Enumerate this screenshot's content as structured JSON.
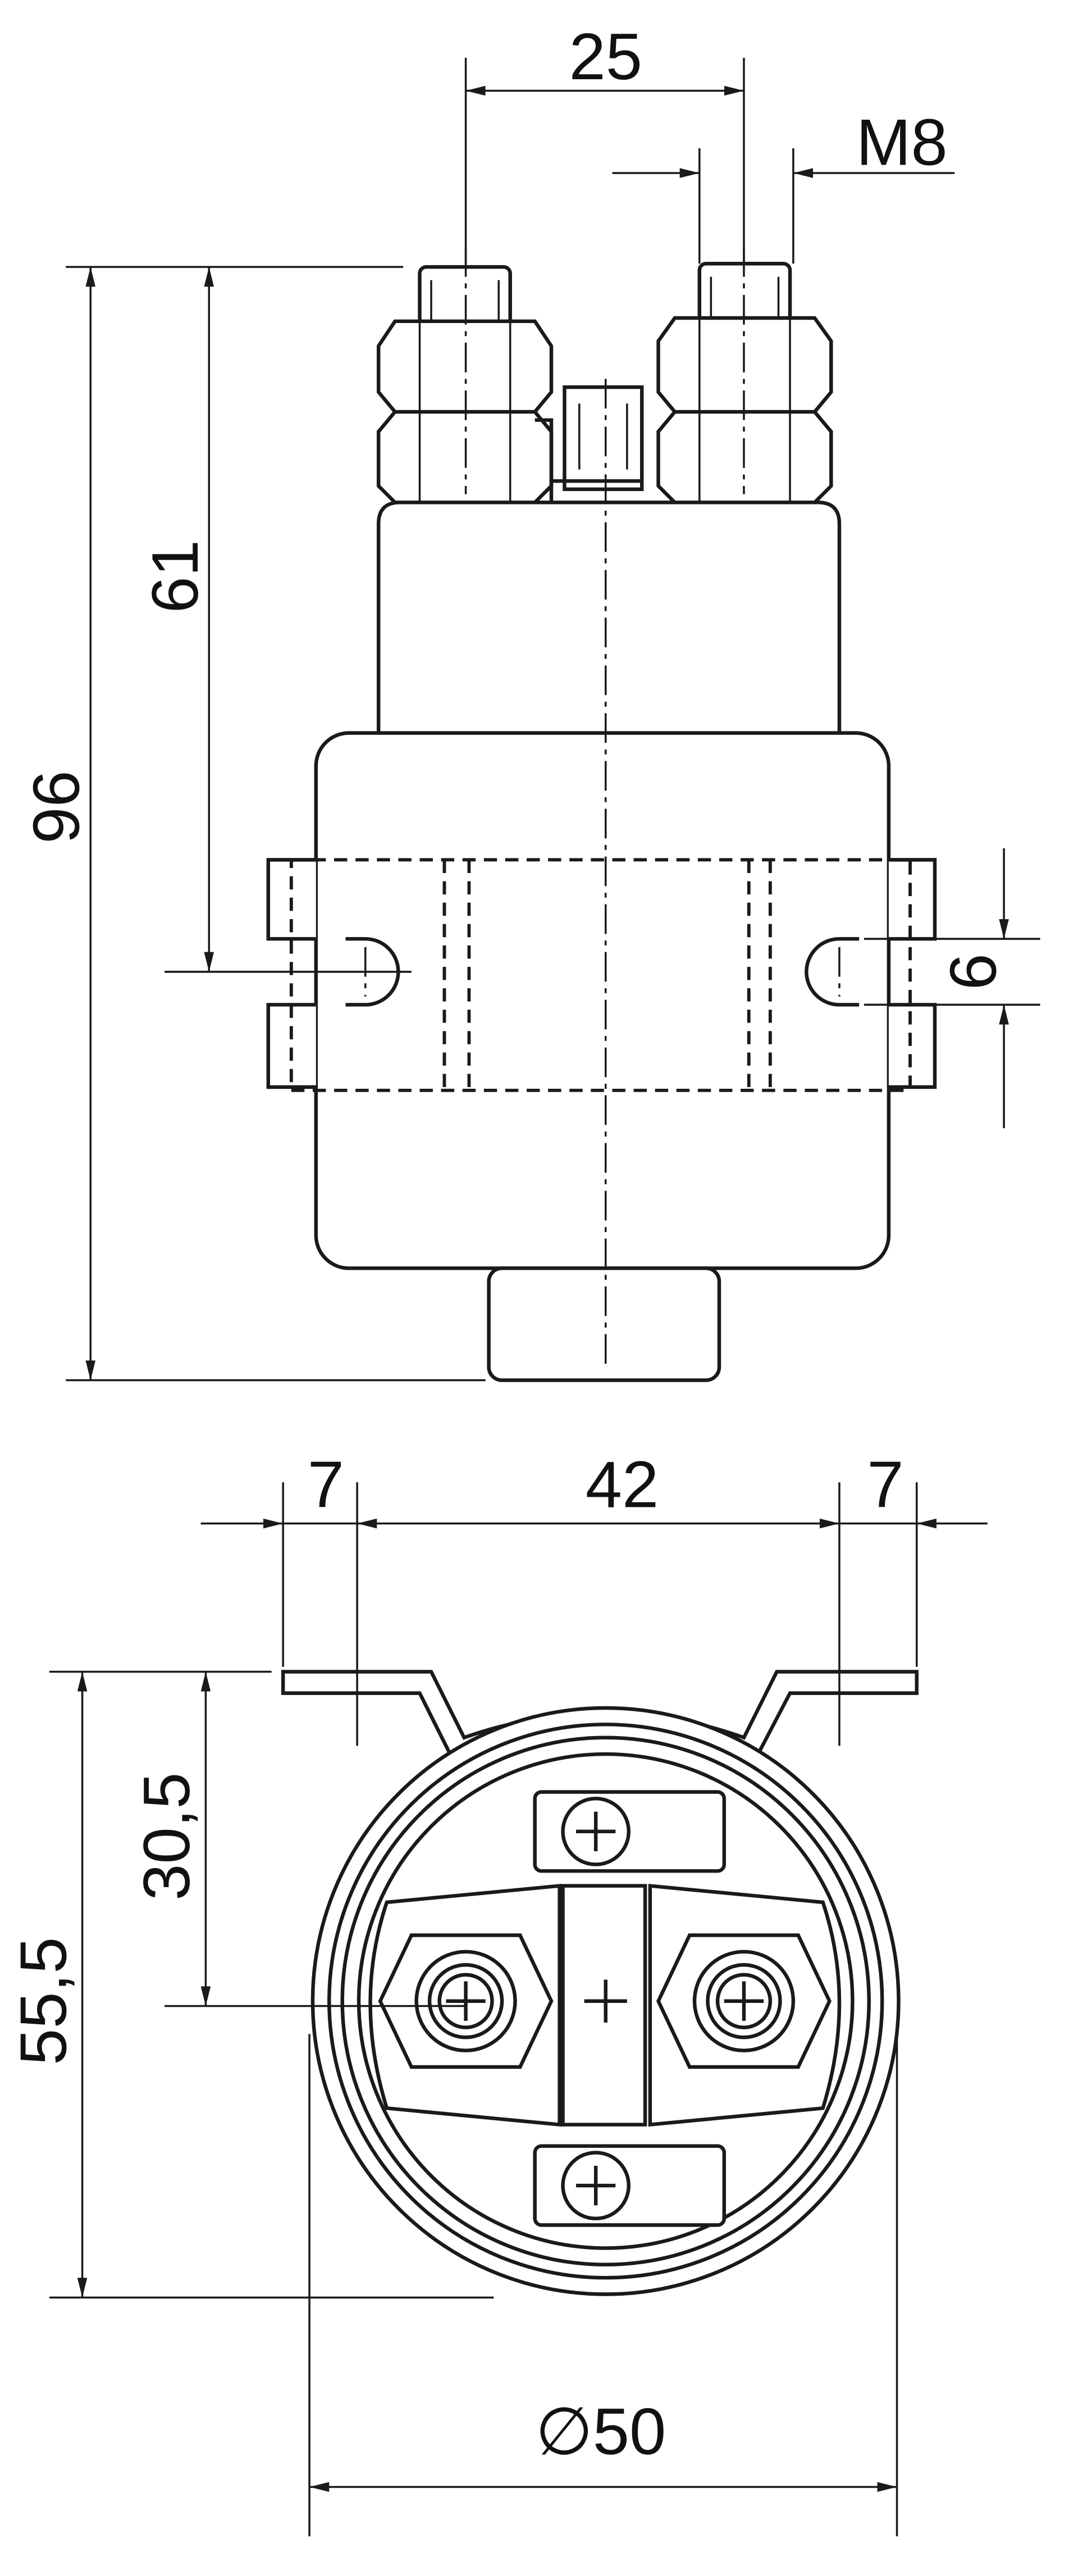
{
  "drawing": {
    "side_view": {
      "terminal_spacing": "25",
      "thread": "M8",
      "total_height": "96",
      "mount_height": "61",
      "slot_width": "6"
    },
    "bottom_view": {
      "tab_left": "7",
      "hole_spacing": "42",
      "tab_right": "7",
      "depth": "55,5",
      "center_offset": "30,5",
      "diameter": "∅50"
    }
  }
}
